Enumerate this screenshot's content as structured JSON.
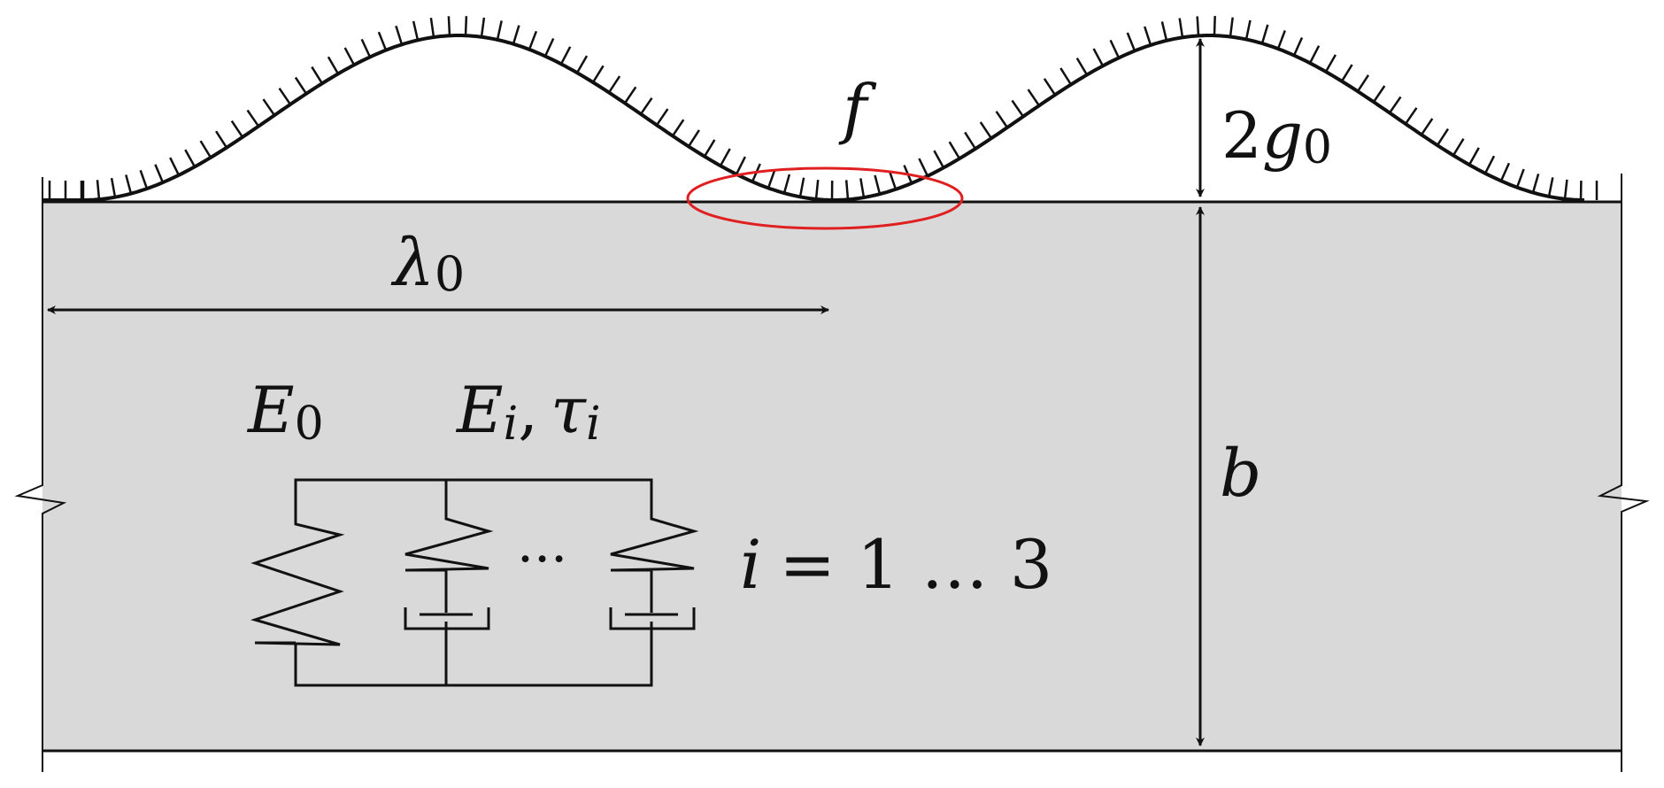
{
  "labels": {
    "f": "f",
    "amplitude": {
      "main": "2",
      "var": "g",
      "sub": "0"
    },
    "wavelength": {
      "main": "λ",
      "sub": "0"
    },
    "thickness": "b",
    "spring0": {
      "main": "E",
      "sub": "0"
    },
    "branch": {
      "e": "E",
      "e_sub": "i",
      "sep": ",",
      "tau": "τ",
      "tau_sub": "i"
    },
    "dots": "···",
    "index_range": {
      "var": "i",
      "rest": "= 1 … 3"
    }
  },
  "colors": {
    "substrate": "#d9d9d9",
    "line": "#111111",
    "highlight": "#e02020"
  },
  "icons": [
    "surface-hatching",
    "spring-symbol",
    "dashpot-symbol",
    "break-mark",
    "double-arrow"
  ]
}
